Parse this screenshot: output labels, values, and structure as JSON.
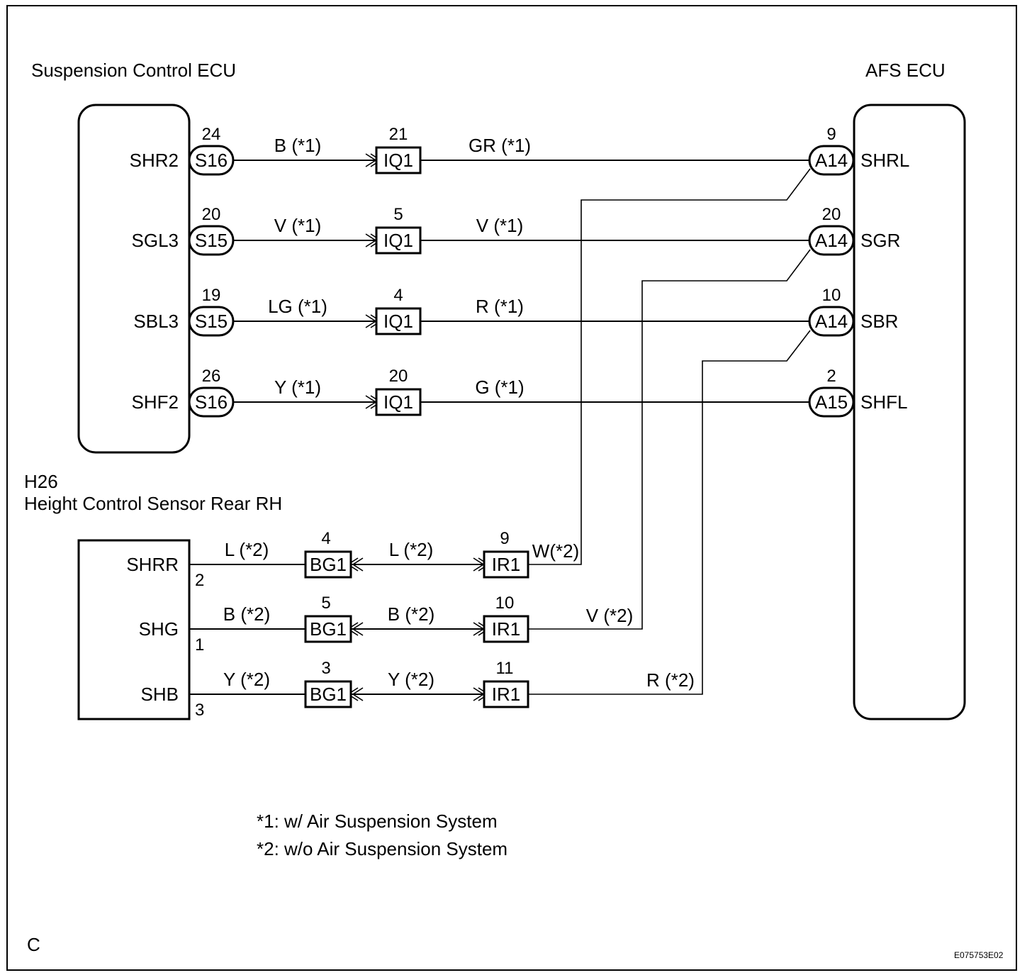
{
  "ecu_left": {
    "title": "Suspension Control ECU"
  },
  "ecu_right": {
    "title": "AFS ECU"
  },
  "sensor": {
    "code": "H26",
    "title": "Height Control Sensor Rear RH"
  },
  "upper_rows": [
    {
      "left_terminal": "SHR2",
      "left_pin": "24",
      "left_connector": "S16",
      "wire1": "B (*1)",
      "junction_pin": "21",
      "junction": "IQ1",
      "wire2": "GR (*1)",
      "right_pin": "9",
      "right_connector": "A14",
      "right_terminal": "SHRL"
    },
    {
      "left_terminal": "SGL3",
      "left_pin": "20",
      "left_connector": "S15",
      "wire1": "V (*1)",
      "junction_pin": "5",
      "junction": "IQ1",
      "wire2": "V (*1)",
      "right_pin": "20",
      "right_connector": "A14",
      "right_terminal": "SGR"
    },
    {
      "left_terminal": "SBL3",
      "left_pin": "19",
      "left_connector": "S15",
      "wire1": "LG (*1)",
      "junction_pin": "4",
      "junction": "IQ1",
      "wire2": "R (*1)",
      "right_pin": "10",
      "right_connector": "A14",
      "right_terminal": "SBR"
    },
    {
      "left_terminal": "SHF2",
      "left_pin": "26",
      "left_connector": "S16",
      "wire1": "Y (*1)",
      "junction_pin": "20",
      "junction": "IQ1",
      "wire2": "G (*1)",
      "right_pin": "2",
      "right_connector": "A15",
      "right_terminal": "SHFL"
    }
  ],
  "lower_rows": [
    {
      "terminal": "SHRR",
      "pin": "2",
      "wire1": "L (*2)",
      "bg_pin": "4",
      "bg": "BG1",
      "wire2": "L (*2)",
      "ir_pin": "9",
      "ir": "IR1",
      "wire3": "W(*2)"
    },
    {
      "terminal": "SHG",
      "pin": "1",
      "wire1": "B (*2)",
      "bg_pin": "5",
      "bg": "BG1",
      "wire2": "B (*2)",
      "ir_pin": "10",
      "ir": "IR1",
      "wire3": "V (*2)"
    },
    {
      "terminal": "SHB",
      "pin": "3",
      "wire1": "Y (*2)",
      "bg_pin": "3",
      "bg": "BG1",
      "wire2": "Y (*2)",
      "ir_pin": "11",
      "ir": "IR1",
      "wire3": "R (*2)"
    }
  ],
  "notes": [
    "*1: w/ Air Suspension System",
    "*2: w/o Air Suspension System"
  ],
  "corner_letter": "C",
  "figure_id": "E075753E02"
}
